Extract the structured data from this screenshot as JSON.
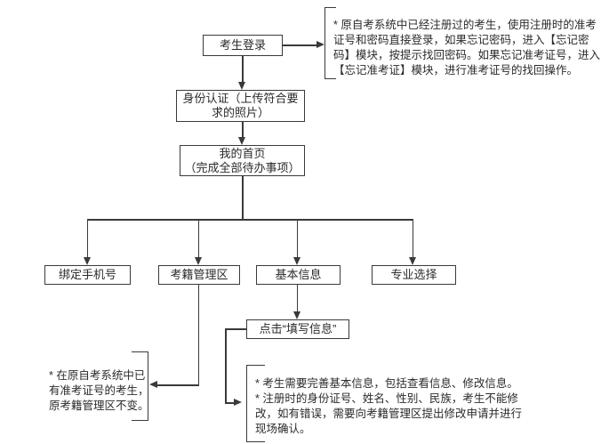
{
  "colors": {
    "background": "#ffffff",
    "line": "#3a3a3a",
    "text": "#2b2b2b"
  },
  "flow": {
    "login": {
      "label": "考生登录"
    },
    "identity": {
      "label": "身份认证（上传符合要\n求的照片）"
    },
    "homepage": {
      "label": "我的首页\n（完成全部待办事项）"
    },
    "branches": [
      {
        "label": "绑定手机号"
      },
      {
        "label": "考籍管理区"
      },
      {
        "label": "基本信息"
      },
      {
        "label": "专业选择"
      }
    ],
    "fill_info": {
      "label": "点击“填写信息”"
    }
  },
  "notes": {
    "top_right": "* 原自考系统中已经注册过的考生，使用注册时的准考\n证号和密码直接登录，如果忘记密码，进入【忘记密\n码】模块，按提示找回密码。如果忘记准考证号，进入\n【忘记准考证】模块，进行准考证号的找回操作。",
    "bottom_left": "* 在原自考系统中已\n有准考证号的考生，\n原考籍管理区不变。",
    "bottom_right": "* 考生需要完善基本信息，包括查看信息、修改信息。\n* 注册时的身份证号、姓名、性别、民族，考生不能修\n改，如有错误，需要向考籍管理区提出修改申请并进行\n现场确认。"
  }
}
